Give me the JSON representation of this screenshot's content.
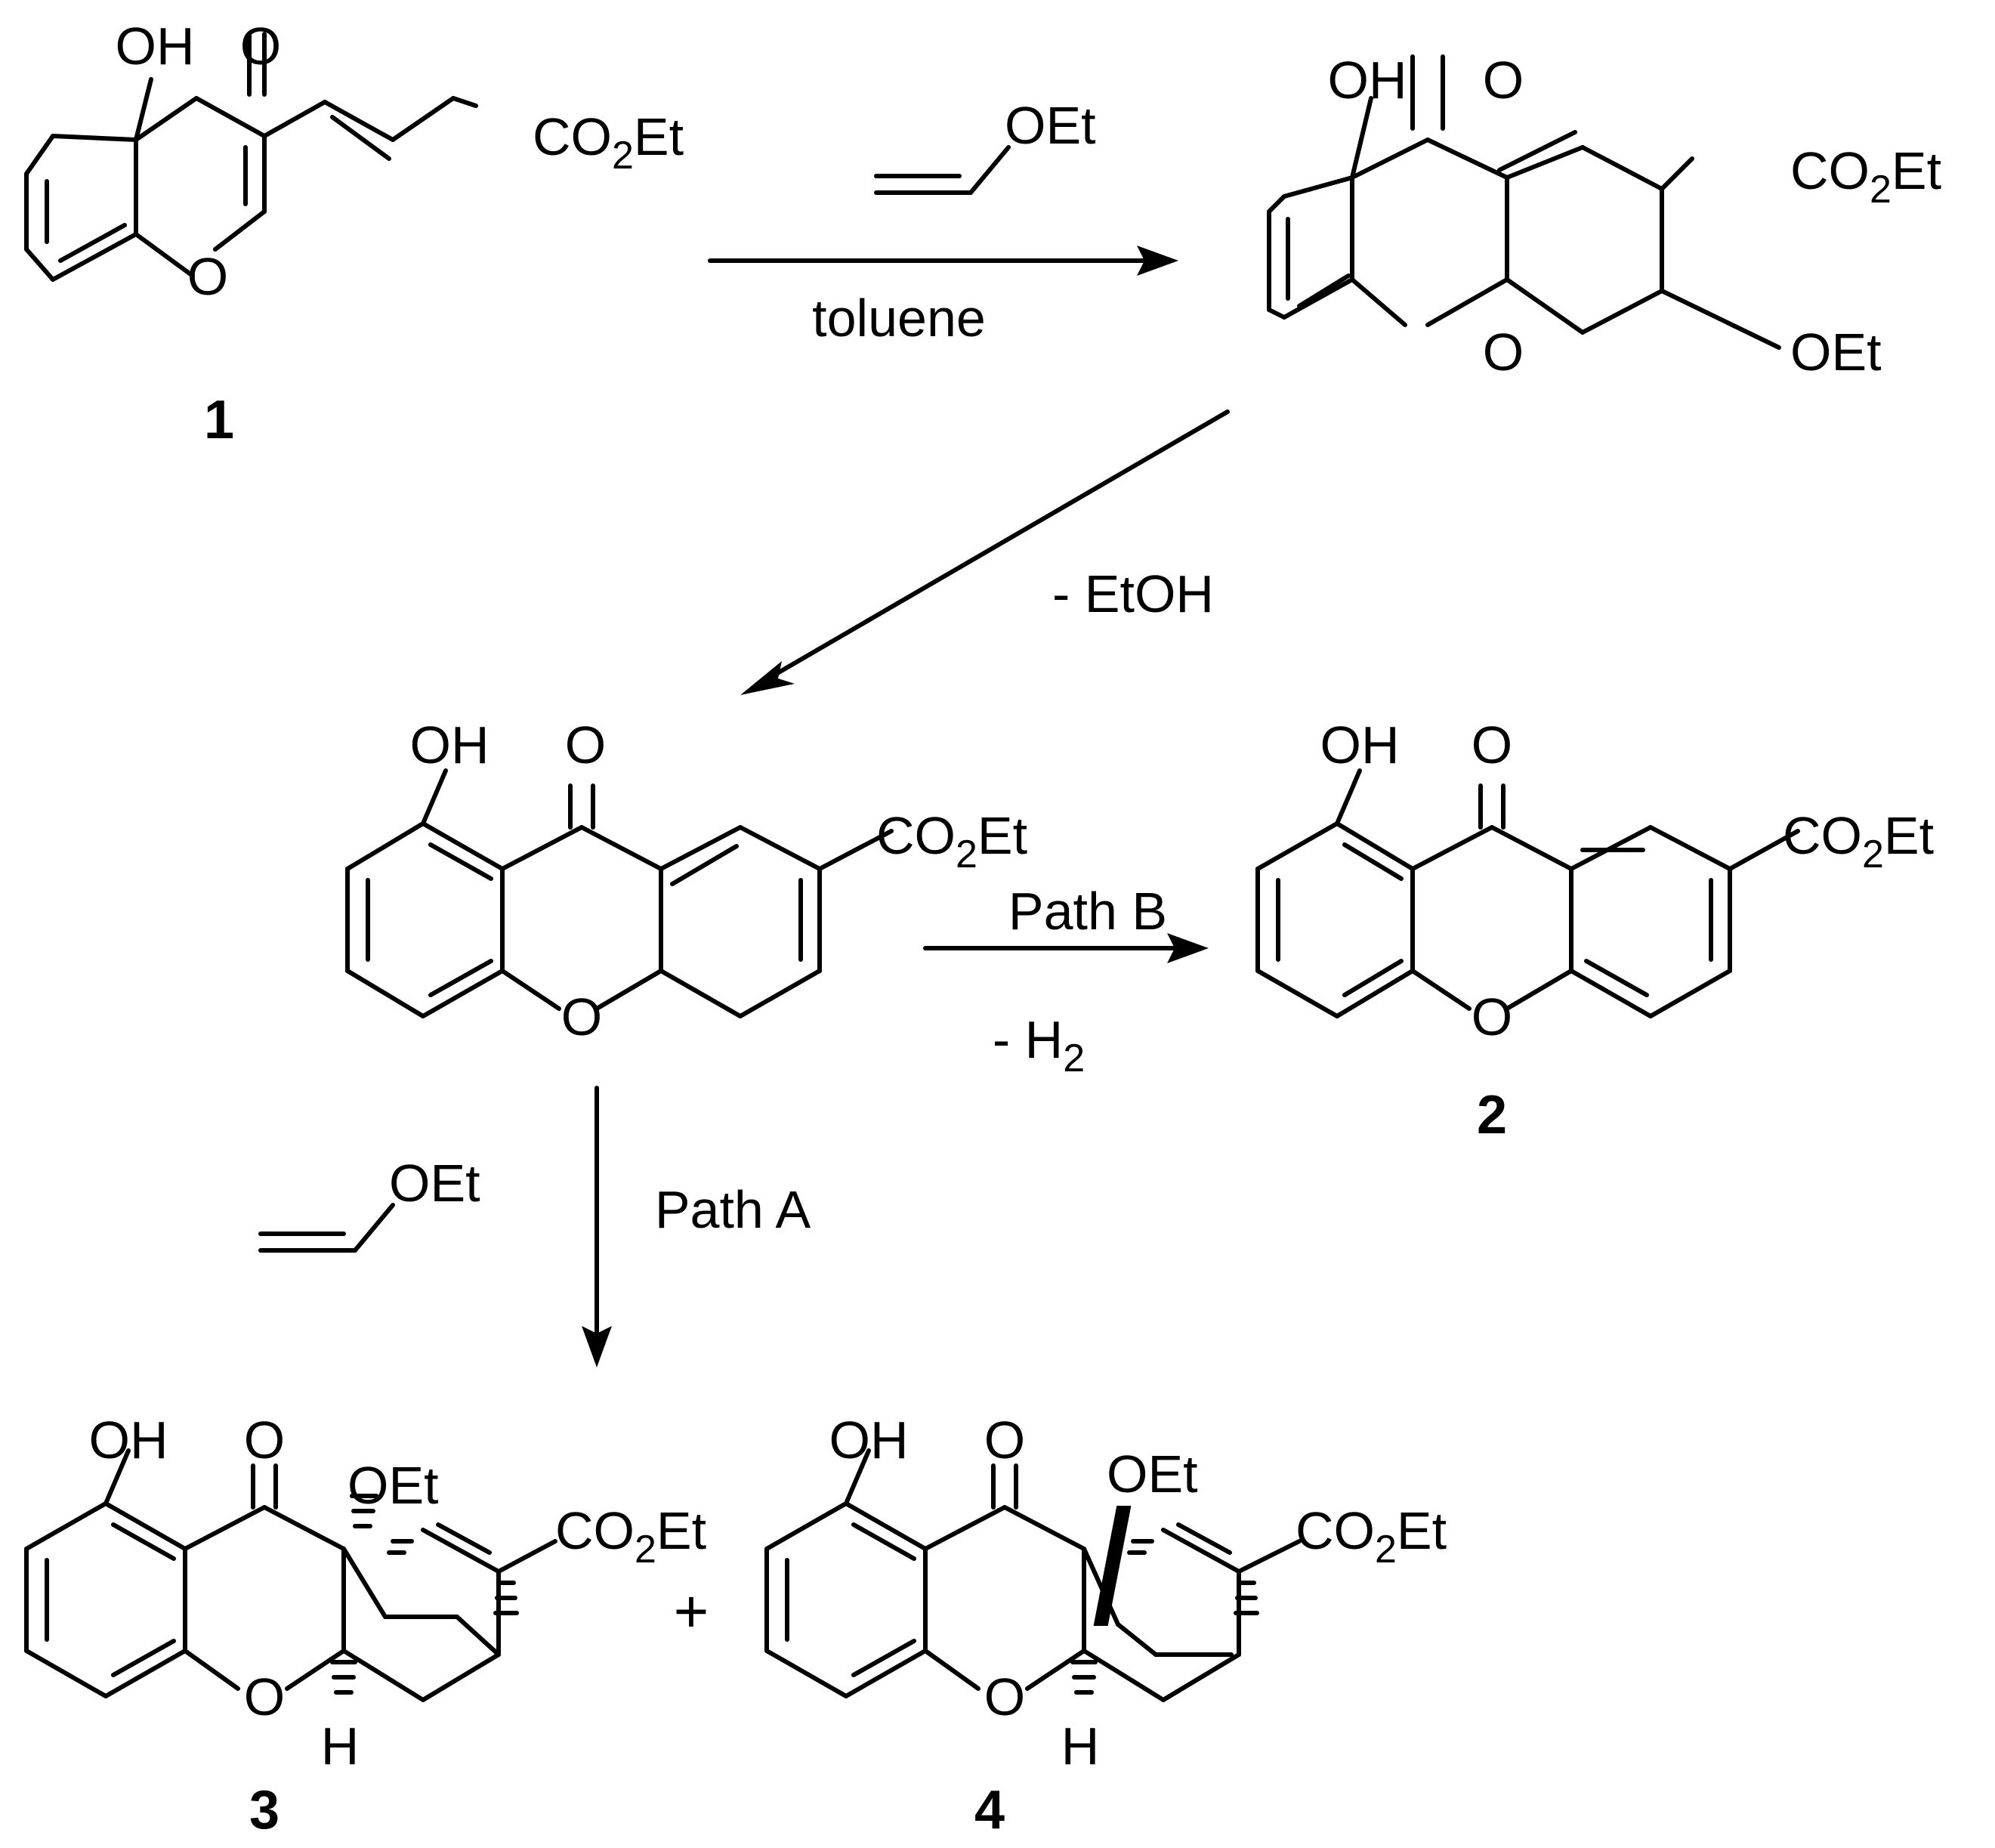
{
  "atoms": {
    "OH": "OH",
    "O": "O",
    "CO2Et_main": "CO",
    "CO2Et_sub": "2",
    "CO2Et_tail": "Et",
    "OEt": "OEt",
    "H": "H"
  },
  "compounds": {
    "c1": "1",
    "c2": "2",
    "c3": "3",
    "c4": "4"
  },
  "conditions": {
    "solvent": "toluene",
    "elimination_etoh": "- EtOH",
    "path_b": "Path B",
    "elimination_h2_prefix": "- H",
    "elimination_h2_sub": "2",
    "path_a": "Path A",
    "plus": "+"
  }
}
